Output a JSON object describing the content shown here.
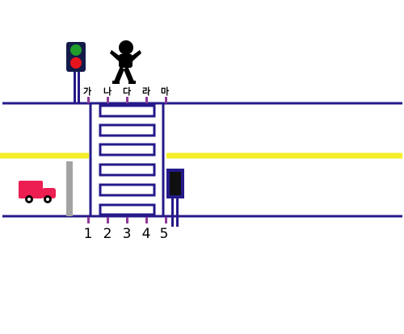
{
  "top_markers": [
    "가",
    "나",
    "다",
    "라",
    "마"
  ],
  "bottom_markers": [
    "1",
    "2",
    "3",
    "4",
    "5"
  ],
  "colors": {
    "road_edge": "#241a8a",
    "center_line": "#f5ee2a",
    "crosswalk_stroke": "#241a8a",
    "marker_tick": "#8e3a98",
    "traffic_light_housing": "#141a4a",
    "light_green": "#1f9d2a",
    "light_red": "#e8141c",
    "truck": "#ec1e52",
    "stop_post": "#a3a3a3",
    "signal_box": "#101010",
    "pedestrian": "#000000",
    "label_text": "#000000"
  },
  "icons": {
    "pedestrian": "person-arms-raised-icon",
    "vehicle": "truck-icon",
    "left_signal": "traffic-light-icon",
    "right_signal": "signal-box-icon"
  }
}
